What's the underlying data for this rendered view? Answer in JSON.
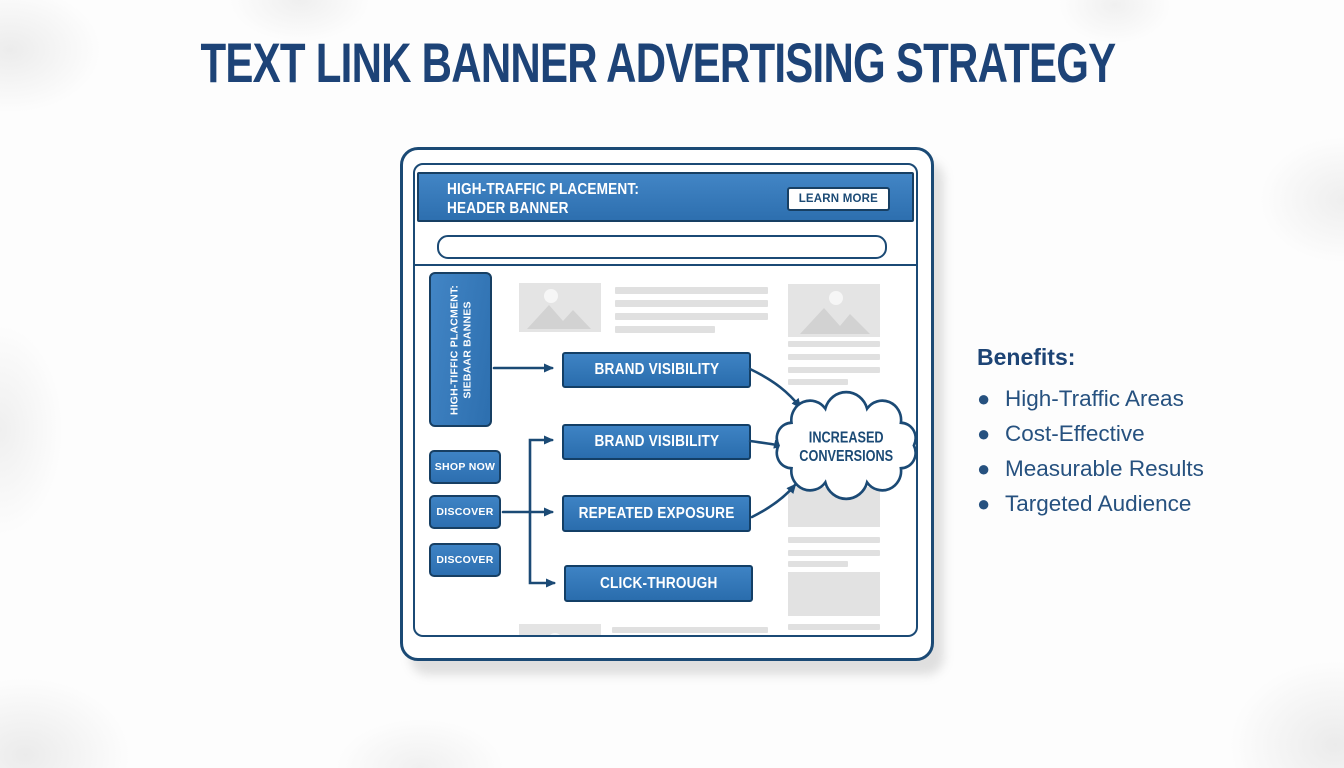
{
  "page": {
    "title": "TEXT LINK BANNER ADVERTISING STRATEGY"
  },
  "mockup": {
    "header_banner": {
      "line1": "HIGH-TRAFFIC PLACEMENT:",
      "line2": "HEADER BANNER",
      "cta_label": "LEARN MORE"
    },
    "sidebar_banner": {
      "line1": "HIGH-TIFFIC PLACMENT:",
      "line2": "SIEBAAR BANNES"
    },
    "sidebar_buttons": [
      "SHOP NOW",
      "DISCOVER",
      "DISCOVER"
    ],
    "flow_boxes": [
      "BRAND VISIBILITY",
      "BRAND VISIBILITY",
      "REPEATED EXPOSURE",
      "CLICK-THROUGH"
    ],
    "cloud": {
      "line1": "INCREASED",
      "line2": "CONVERSIONS"
    }
  },
  "benefits": {
    "title": "Benefits:",
    "items": [
      "High-Traffic Areas",
      "Cost-Effective",
      "Measurable Results",
      "Targeted Audience"
    ]
  },
  "icons": {
    "placeholder_image": "mountain-photo-icon",
    "list_bullet": "bullet-dot-icon"
  },
  "colors": {
    "navy_outline": "#1b4a75",
    "banner_blue_top": "#4285c5",
    "banner_blue_bottom": "#2d6faf",
    "title_blue": "#1d4377",
    "benefits_text_blue": "#26517f",
    "placeholder_gray": "#e4e4e4"
  }
}
